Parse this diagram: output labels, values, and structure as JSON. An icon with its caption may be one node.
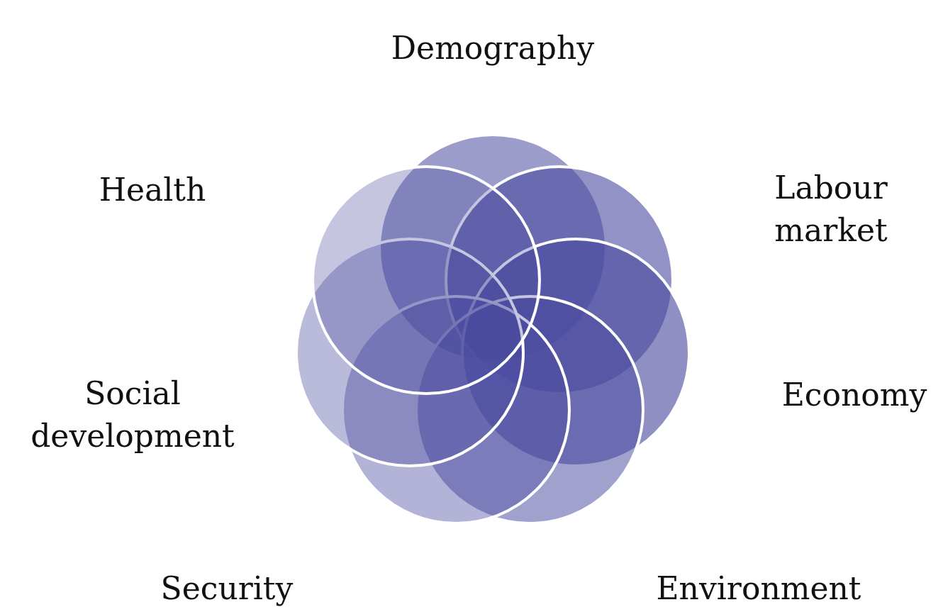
{
  "diagram": {
    "nodes": [
      {
        "text": [],
        "shape": "circle",
        "beside": [
          "Demography"
        ]
      },
      {
        "text": [],
        "shape": "circle",
        "beside": [
          "Labour market"
        ]
      },
      {
        "text": [],
        "shape": "circle",
        "beside": [
          "Economy"
        ]
      },
      {
        "text": [],
        "shape": "circle",
        "beside": [
          "Environment"
        ]
      },
      {
        "text": [],
        "shape": "circle",
        "beside": [
          "Security"
        ]
      },
      {
        "text": [],
        "shape": "circle",
        "beside": [
          "Social development"
        ]
      },
      {
        "text": [],
        "shape": "circle",
        "beside": [
          "Health"
        ]
      }
    ]
  }
}
